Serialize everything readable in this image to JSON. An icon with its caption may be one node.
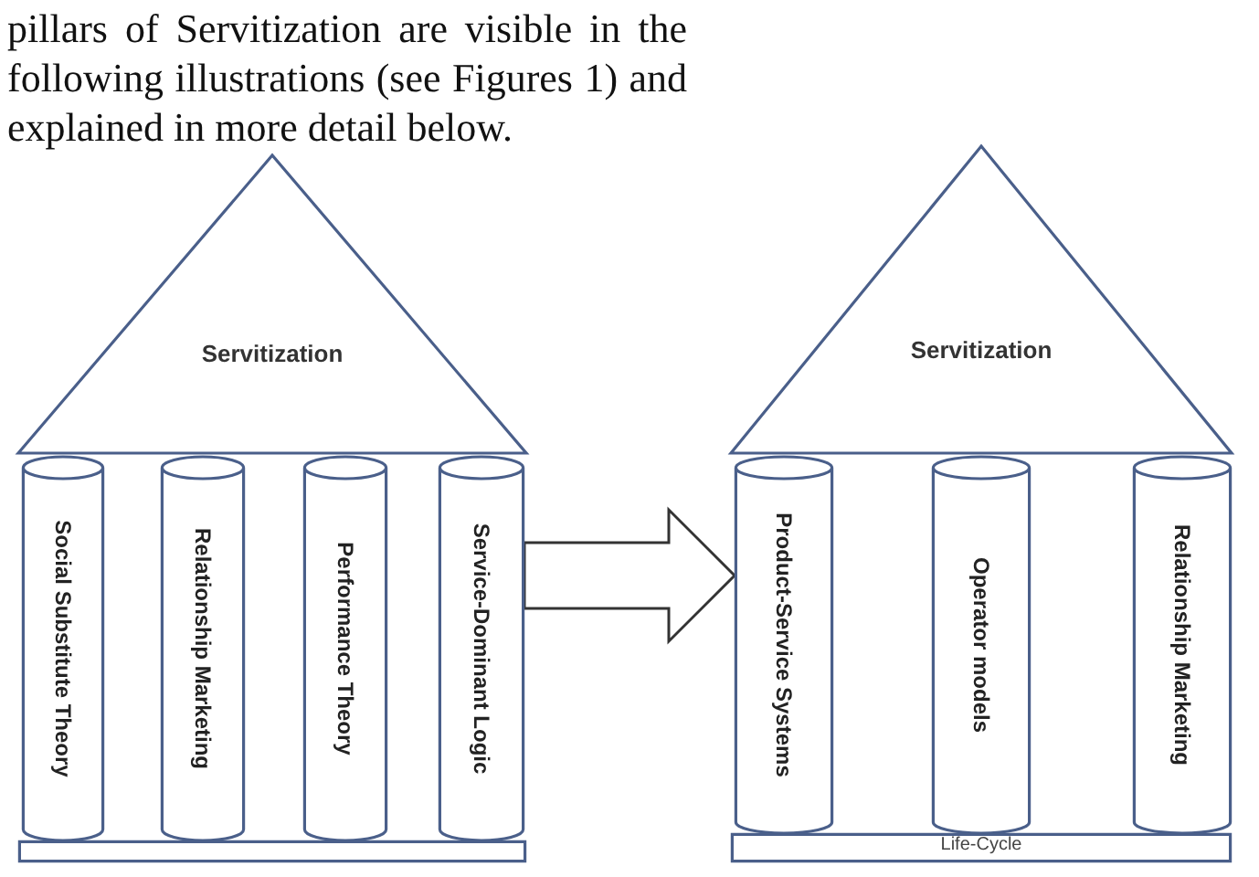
{
  "diagram": {
    "nodes": [
      {
        "text": [
          "Servitization"
        ]
      },
      {
        "text": [
          "Social Substitute Theory"
        ]
      },
      {
        "text": [
          "Relationship Marketing"
        ]
      },
      {
        "text": [
          "Performance Theory"
        ]
      },
      {
        "text": [
          "Service-Dominant Logic"
        ]
      },
      {
        "text": [],
        "shape": "box"
      },
      {
        "text": [
          "Servitization"
        ]
      },
      {
        "text": [
          "Product-Service Systems"
        ]
      },
      {
        "text": [
          "Operator models"
        ]
      },
      {
        "text": [
          "Relationship Marketing"
        ]
      },
      {
        "text": [
          "Life-Cycle"
        ]
      }
    ],
    "edges": [
      {
        "from": 4,
        "to": 7,
        "arrow": "to"
      }
    ],
    "labels": [
      "pillars of Servitization are visible in the following illustrations (see Figures 1) and explained in more detail below."
    ]
  }
}
